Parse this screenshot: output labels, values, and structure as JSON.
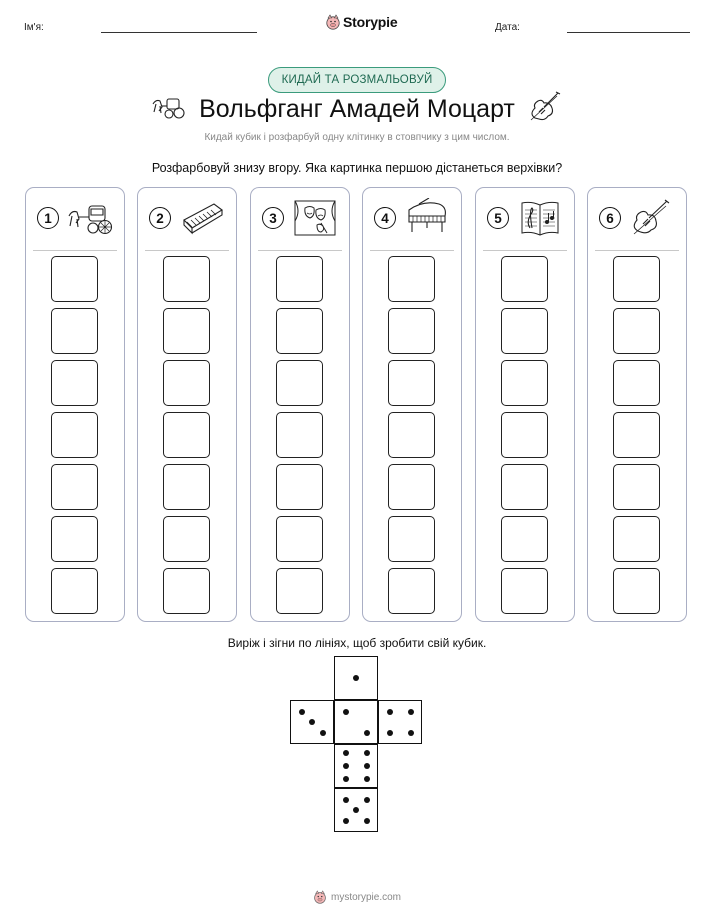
{
  "header": {
    "name_label": "Ім'я:",
    "date_label": "Дата:",
    "brand": "Storypie"
  },
  "badge": "КИДАЙ ТА РОЗМАЛЬОВУЙ",
  "title": "Вольфганг Амадей Моцарт",
  "subtitle": "Кидай кубик і розфарбуй одну клітинку в стовпчику з цим числом.",
  "instruction": "Розфарбовуй знизу вгору. Яка картинка першою дістанеться верхівки?",
  "columns": [
    {
      "number": "1",
      "icon": "horse-carriage-icon"
    },
    {
      "number": "2",
      "icon": "harpsichord-icon"
    },
    {
      "number": "3",
      "icon": "theater-masks-icon"
    },
    {
      "number": "4",
      "icon": "grand-piano-icon"
    },
    {
      "number": "5",
      "icon": "sheet-music-icon"
    },
    {
      "number": "6",
      "icon": "violin-icon"
    }
  ],
  "cells_per_column": 7,
  "cut_instruction": "Виріж і зігни по лініях, щоб зробити свій кубик.",
  "footer": "mystorypie.com"
}
